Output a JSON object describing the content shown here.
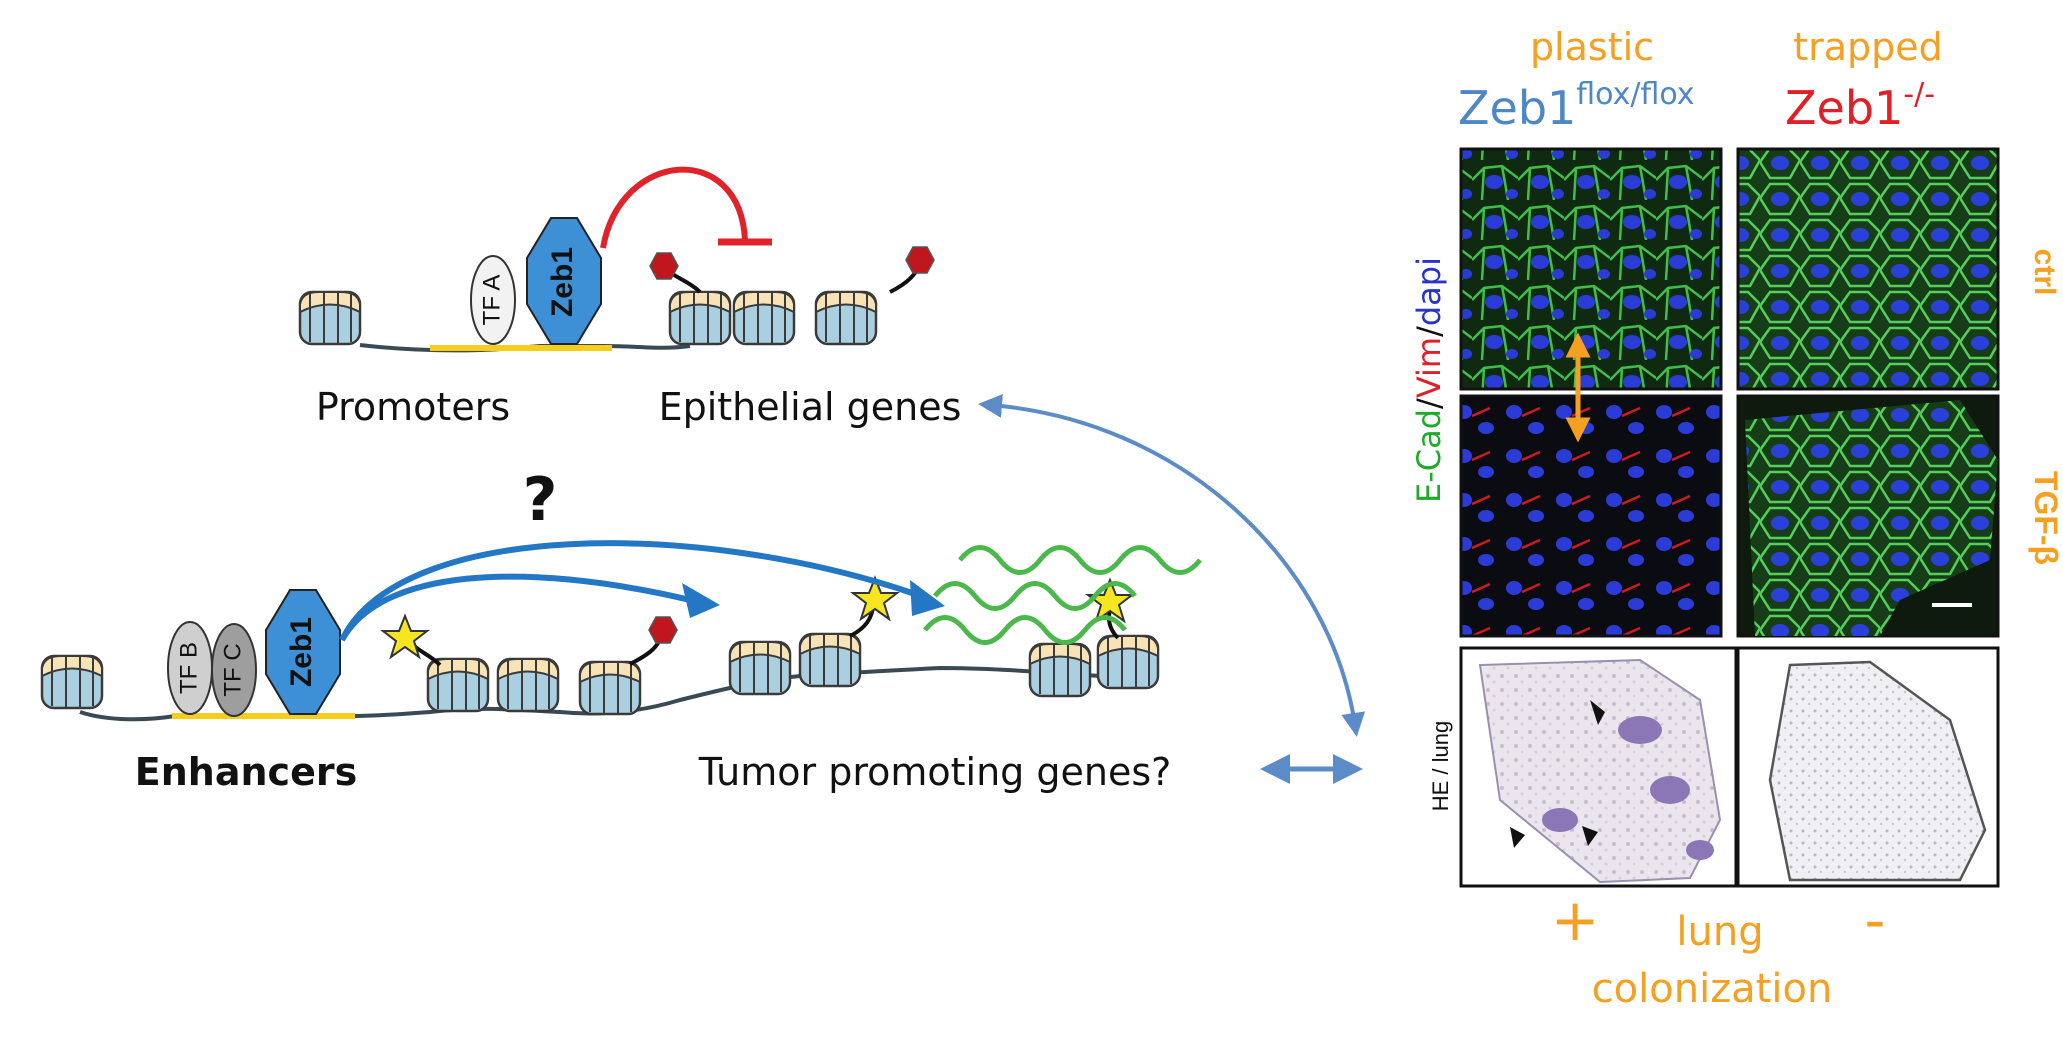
{
  "diagram": {
    "promoters_label": "Promoters",
    "epithelial_genes_label": "Epithelial genes",
    "enhancers_label": "Enhancers",
    "tumor_genes_label": "Tumor promoting genes?",
    "question_mark": "?",
    "tfa_label": "TF A",
    "tfb_label": "TF B",
    "tfc_label": "TF C",
    "zeb1_label": "Zeb1",
    "colors": {
      "zeb1": "#3d8fd6",
      "repression": "#e0232a",
      "activation": "#2377c4",
      "connector": "#5b8cc8",
      "transcript": "#4ab84a",
      "dna_segment": "#f3cf1c",
      "mark_red": "#c0161e",
      "mark_star": "#f5e620"
    }
  },
  "right_panel": {
    "col1_state": "plastic",
    "col1_genotype": "Zeb1",
    "col1_superscript": "flox/flox",
    "col2_state": "trapped",
    "col2_genotype": "Zeb1",
    "col2_superscript": "-/-",
    "stain_ecad": "E-Cad",
    "stain_sep1": "/",
    "stain_vim": "Vim",
    "stain_sep2": "/",
    "stain_dapi": "dapi",
    "row_ctrl": "ctrl",
    "row_tgfb": "TGF-β",
    "he_label": "HE / lung",
    "plus": "+",
    "minus": "-",
    "lung_word": "lung",
    "colonization_word": "colonization",
    "colors": {
      "orange": "#f5a021",
      "zeb1_flox": "#4f86c6",
      "zeb1_ko": "#e01f26",
      "ecad": "#1faa2a",
      "vim": "#e01f26",
      "dapi": "#2a34c8"
    }
  }
}
